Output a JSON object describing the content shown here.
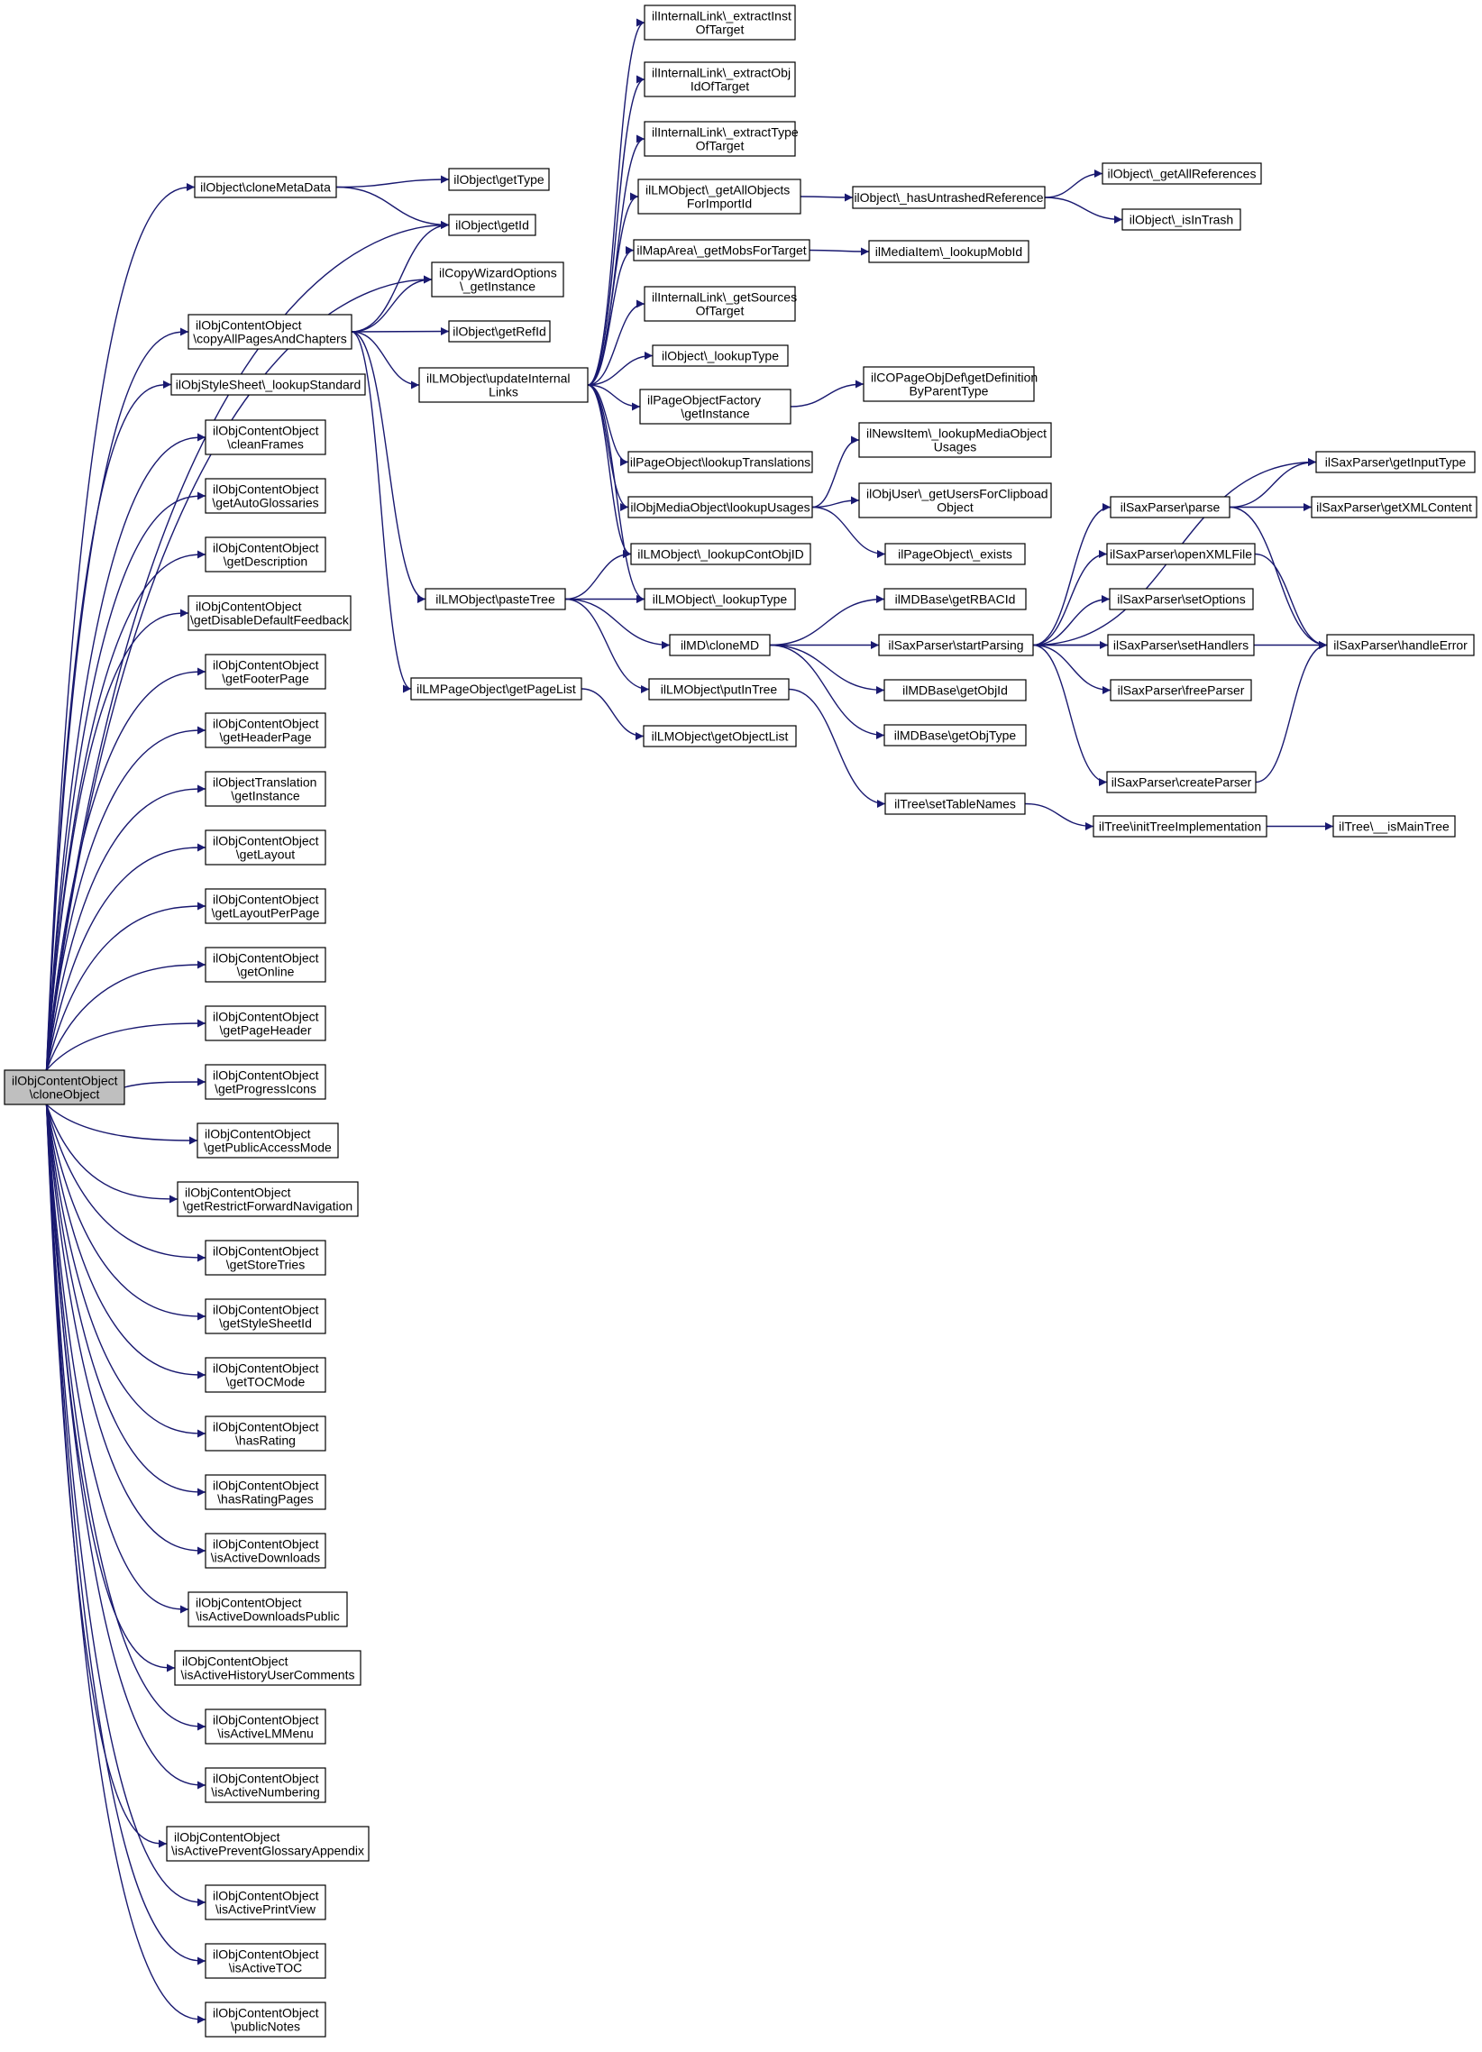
{
  "colors": {
    "edge": "#191970",
    "root_fill": "#bfbfbf",
    "node_fill": "#ffffff",
    "node_stroke": "#000000"
  },
  "nodes": [
    {
      "id": "root",
      "lines": [
        "ilObjContentObject",
        "\\cloneObject"
      ],
      "root": true
    },
    {
      "id": "cmd",
      "lines": [
        "ilObject\\cloneMetaData"
      ]
    },
    {
      "id": "gtype",
      "lines": [
        "ilObject\\getType"
      ]
    },
    {
      "id": "gid",
      "lines": [
        "ilObject\\getId"
      ]
    },
    {
      "id": "cwo",
      "lines": [
        "ilCopyWizardOptions",
        "\\_getInstance"
      ]
    },
    {
      "id": "capc",
      "lines": [
        "ilObjContentObject",
        "\\copyAllPagesAndChapters"
      ]
    },
    {
      "id": "grefid",
      "lines": [
        "ilObject\\getRefId"
      ]
    },
    {
      "id": "uil",
      "lines": [
        "ilLMObject\\updateInternal",
        "Links"
      ]
    },
    {
      "id": "ssls",
      "lines": [
        "ilObjStyleSheet\\_lookupStandard"
      ]
    },
    {
      "id": "c1",
      "lines": [
        "ilObjContentObject",
        "\\cleanFrames"
      ]
    },
    {
      "id": "c2",
      "lines": [
        "ilObjContentObject",
        "\\getAutoGlossaries"
      ]
    },
    {
      "id": "c3",
      "lines": [
        "ilObjContentObject",
        "\\getDescription"
      ]
    },
    {
      "id": "c4",
      "lines": [
        "ilObjContentObject",
        "\\getDisableDefaultFeedback"
      ]
    },
    {
      "id": "c5",
      "lines": [
        "ilObjContentObject",
        "\\getFooterPage"
      ]
    },
    {
      "id": "c6",
      "lines": [
        "ilObjContentObject",
        "\\getHeaderPage"
      ]
    },
    {
      "id": "c7",
      "lines": [
        "ilObjectTranslation",
        "\\getInstance"
      ]
    },
    {
      "id": "c8",
      "lines": [
        "ilObjContentObject",
        "\\getLayout"
      ]
    },
    {
      "id": "c9",
      "lines": [
        "ilObjContentObject",
        "\\getLayoutPerPage"
      ]
    },
    {
      "id": "c10",
      "lines": [
        "ilObjContentObject",
        "\\getOnline"
      ]
    },
    {
      "id": "c11",
      "lines": [
        "ilObjContentObject",
        "\\getPageHeader"
      ]
    },
    {
      "id": "c12",
      "lines": [
        "ilObjContentObject",
        "\\getProgressIcons"
      ]
    },
    {
      "id": "c13",
      "lines": [
        "ilObjContentObject",
        "\\getPublicAccessMode"
      ]
    },
    {
      "id": "c14",
      "lines": [
        "ilObjContentObject",
        "\\getRestrictForwardNavigation"
      ]
    },
    {
      "id": "c15",
      "lines": [
        "ilObjContentObject",
        "\\getStoreTries"
      ]
    },
    {
      "id": "c16",
      "lines": [
        "ilObjContentObject",
        "\\getStyleSheetId"
      ]
    },
    {
      "id": "c17",
      "lines": [
        "ilObjContentObject",
        "\\getTOCMode"
      ]
    },
    {
      "id": "c18",
      "lines": [
        "ilObjContentObject",
        "\\hasRating"
      ]
    },
    {
      "id": "c19",
      "lines": [
        "ilObjContentObject",
        "\\hasRatingPages"
      ]
    },
    {
      "id": "c20",
      "lines": [
        "ilObjContentObject",
        "\\isActiveDownloads"
      ]
    },
    {
      "id": "c21",
      "lines": [
        "ilObjContentObject",
        "\\isActiveDownloadsPublic"
      ]
    },
    {
      "id": "c22",
      "lines": [
        "ilObjContentObject",
        "\\isActiveHistoryUserComments"
      ]
    },
    {
      "id": "c23",
      "lines": [
        "ilObjContentObject",
        "\\isActiveLMMenu"
      ]
    },
    {
      "id": "c24",
      "lines": [
        "ilObjContentObject",
        "\\isActiveNumbering"
      ]
    },
    {
      "id": "c25",
      "lines": [
        "ilObjContentObject",
        "\\isActivePreventGlossaryAppendix"
      ]
    },
    {
      "id": "c26",
      "lines": [
        "ilObjContentObject",
        "\\isActivePrintView"
      ]
    },
    {
      "id": "c27",
      "lines": [
        "ilObjContentObject",
        "\\isActiveTOC"
      ]
    },
    {
      "id": "c28",
      "lines": [
        "ilObjContentObject",
        "\\publicNotes"
      ]
    },
    {
      "id": "pt",
      "lines": [
        "ilLMObject\\pasteTree"
      ]
    },
    {
      "id": "lmpgl",
      "lines": [
        "ilLMPageObject\\getPageList"
      ]
    },
    {
      "id": "ileti",
      "lines": [
        "ilInternalLink\\_extractInst",
        "OfTarget"
      ]
    },
    {
      "id": "ileoi",
      "lines": [
        "ilInternalLink\\_extractObj",
        "IdOfTarget"
      ]
    },
    {
      "id": "ilety",
      "lines": [
        "ilInternalLink\\_extractType",
        "OfTarget"
      ]
    },
    {
      "id": "lmgao",
      "lines": [
        "ilLMObject\\_getAllObjects",
        "ForImportId"
      ]
    },
    {
      "id": "mamt",
      "lines": [
        "ilMapArea\\_getMobsForTarget"
      ]
    },
    {
      "id": "ilgst",
      "lines": [
        "ilInternalLink\\_getSources",
        "OfTarget"
      ]
    },
    {
      "id": "olt",
      "lines": [
        "ilObject\\_lookupType"
      ]
    },
    {
      "id": "pof",
      "lines": [
        "ilPageObjectFactory",
        "\\getInstance"
      ]
    },
    {
      "id": "polt",
      "lines": [
        "ilPageObject\\lookupTranslations"
      ]
    },
    {
      "id": "omolu",
      "lines": [
        "ilObjMediaObject\\lookupUsages"
      ]
    },
    {
      "id": "lmlco",
      "lines": [
        "ilLMObject\\_lookupContObjID"
      ]
    },
    {
      "id": "lmlt",
      "lines": [
        "ilLMObject\\_lookupType"
      ]
    },
    {
      "id": "mdcl",
      "lines": [
        "ilMD\\cloneMD"
      ]
    },
    {
      "id": "lmpit",
      "lines": [
        "ilLMObject\\putInTree"
      ]
    },
    {
      "id": "lmgol",
      "lines": [
        "ilLMObject\\getObjectList"
      ]
    },
    {
      "id": "ohur",
      "lines": [
        "ilObject\\_hasUntrashedReference"
      ]
    },
    {
      "id": "milm",
      "lines": [
        "ilMediaItem\\_lookupMobId"
      ]
    },
    {
      "id": "copd",
      "lines": [
        "ilCOPageObjDef\\getDefinition",
        "ByParentType"
      ]
    },
    {
      "id": "nilm",
      "lines": [
        "ilNewsItem\\_lookupMediaObject",
        "Usages"
      ]
    },
    {
      "id": "oufc",
      "lines": [
        "ilObjUser\\_getUsersForClipboad",
        "Object"
      ]
    },
    {
      "id": "poex",
      "lines": [
        "ilPageObject\\_exists"
      ]
    },
    {
      "id": "mdrb",
      "lines": [
        "ilMDBase\\getRBACId"
      ]
    },
    {
      "id": "sxsp",
      "lines": [
        "ilSaxParser\\startParsing"
      ]
    },
    {
      "id": "mdoi",
      "lines": [
        "ilMDBase\\getObjId"
      ]
    },
    {
      "id": "mdot",
      "lines": [
        "ilMDBase\\getObjType"
      ]
    },
    {
      "id": "tstn",
      "lines": [
        "ilTree\\setTableNames"
      ]
    },
    {
      "id": "ogar",
      "lines": [
        "ilObject\\_getAllReferences"
      ]
    },
    {
      "id": "oiit",
      "lines": [
        "ilObject\\_isInTrash"
      ]
    },
    {
      "id": "sxpa",
      "lines": [
        "ilSaxParser\\parse"
      ]
    },
    {
      "id": "sxox",
      "lines": [
        "ilSaxParser\\openXMLFile"
      ]
    },
    {
      "id": "sxso",
      "lines": [
        "ilSaxParser\\setOptions"
      ]
    },
    {
      "id": "sxsh",
      "lines": [
        "ilSaxParser\\setHandlers"
      ]
    },
    {
      "id": "sxfp",
      "lines": [
        "ilSaxParser\\freeParser"
      ]
    },
    {
      "id": "sxcp",
      "lines": [
        "ilSaxParser\\createParser"
      ]
    },
    {
      "id": "titi",
      "lines": [
        "ilTree\\initTreeImplementation"
      ]
    },
    {
      "id": "sxgi",
      "lines": [
        "ilSaxParser\\getInputType"
      ]
    },
    {
      "id": "sxgx",
      "lines": [
        "ilSaxParser\\getXMLContent"
      ]
    },
    {
      "id": "sxhe",
      "lines": [
        "ilSaxParser\\handleError"
      ]
    },
    {
      "id": "timt",
      "lines": [
        "ilTree\\__isMainTree"
      ]
    }
  ]
}
